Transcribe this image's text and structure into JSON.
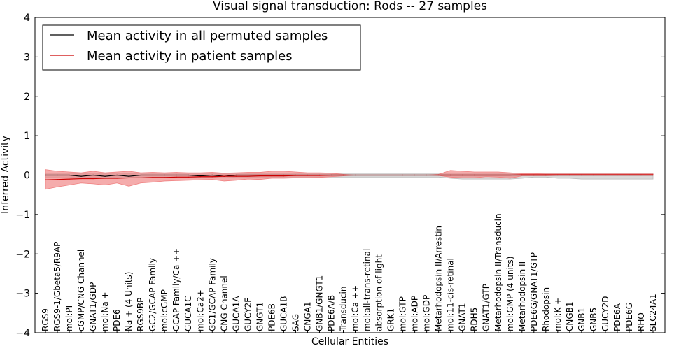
{
  "chart_data": {
    "type": "line",
    "title": "Visual signal transduction: Rods -- 27 samples",
    "xlabel": "Cellular Entities",
    "ylabel": "Inferred Activity",
    "ylim": [
      -4,
      4
    ],
    "yticks": [
      -4,
      -3,
      -2,
      -1,
      0,
      1,
      2,
      3,
      4
    ],
    "ytick_labels": [
      "−4",
      "−3",
      "−2",
      "−1",
      "0",
      "1",
      "2",
      "3",
      "4"
    ],
    "legend_position": "top-left",
    "grid": false,
    "categories": [
      "RGS9",
      "RGS9-1/Gbeta5/R9AP",
      "mol:PI",
      "cGMP/CNG Channel",
      "GNAT1/GDP",
      "mol:Na +",
      "PDE6",
      "Na + (4 Units)",
      "RGS9BP",
      "GC2/GCAP Family",
      "mol:cGMP",
      "GCAP Family/Ca ++",
      "GUCA1C",
      "mol:Ca2+",
      "GC1/GCAP Family",
      "CNG Channel",
      "GUCA1A",
      "GUCY2F",
      "GNGT1",
      "PDE6B",
      "GUCA1B",
      "SAG",
      "CNGA1",
      "GNB1/GNGT1",
      "PDE6A/B",
      "Transducin",
      "mol:Ca ++",
      "mol:all-trans-retinal",
      "absorption of light",
      "GRK1",
      "mol:GTP",
      "mol:ADP",
      "mol:GDP",
      "Metarhodopsin II/Arrestin",
      "mol:11-cis-retinal",
      "GNAT1",
      "RDH5",
      "GNAT1/GTP",
      "Metarhodopsin II/Transducin",
      "mol:GMP (4 units)",
      "Metarhodopsin II",
      "PDE6G/GNAT1/GTP",
      "Rhodopsin",
      "mol:K +",
      "CNGB1",
      "GNB1",
      "GNB5",
      "GUCY2D",
      "PDE6A",
      "PDE6G",
      "RHO",
      "SLC24A1"
    ],
    "series": [
      {
        "name": "Mean activity in all permuted samples",
        "color": "#000000",
        "band_color": "#bbbbbb",
        "values": [
          0.0,
          0.0,
          0.0,
          -0.03,
          0.0,
          -0.03,
          0.0,
          -0.03,
          0.0,
          0.0,
          0.0,
          0.0,
          0.0,
          -0.02,
          0.0,
          -0.03,
          0.0,
          0.0,
          0.0,
          0.0,
          0.0,
          0.0,
          0.0,
          0.0,
          0.0,
          0.0,
          0.0,
          0.0,
          0.0,
          0.0,
          0.0,
          0.0,
          0.0,
          0.0,
          0.0,
          0.0,
          0.0,
          0.0,
          0.0,
          0.0,
          0.0,
          0.0,
          0.0,
          0.0,
          0.0,
          0.0,
          0.0,
          0.0,
          0.0,
          0.0,
          0.0,
          0.0
        ],
        "band_low": [
          -0.05,
          -0.05,
          -0.05,
          -0.07,
          -0.05,
          -0.07,
          -0.05,
          -0.07,
          -0.05,
          -0.05,
          -0.05,
          -0.05,
          -0.05,
          -0.06,
          -0.05,
          -0.07,
          -0.05,
          -0.05,
          -0.05,
          -0.05,
          -0.05,
          -0.05,
          -0.05,
          -0.05,
          -0.05,
          -0.05,
          -0.05,
          -0.05,
          -0.05,
          -0.05,
          -0.05,
          -0.05,
          -0.05,
          -0.05,
          -0.08,
          -0.1,
          -0.1,
          -0.1,
          -0.1,
          -0.1,
          -0.08,
          -0.05,
          -0.05,
          -0.08,
          -0.08,
          -0.1,
          -0.1,
          -0.1,
          -0.1,
          -0.1,
          -0.1,
          -0.1
        ],
        "band_high": [
          0.05,
          0.05,
          0.05,
          0.04,
          0.05,
          0.04,
          0.05,
          0.04,
          0.05,
          0.05,
          0.05,
          0.05,
          0.05,
          0.05,
          0.05,
          0.04,
          0.05,
          0.05,
          0.05,
          0.05,
          0.05,
          0.05,
          0.05,
          0.05,
          0.05,
          0.05,
          0.05,
          0.05,
          0.05,
          0.05,
          0.05,
          0.05,
          0.05,
          0.05,
          0.05,
          0.05,
          0.05,
          0.05,
          0.05,
          0.05,
          0.05,
          0.05,
          0.05,
          0.05,
          0.05,
          0.05,
          0.05,
          0.05,
          0.05,
          0.05,
          0.05,
          0.05
        ]
      },
      {
        "name": "Mean activity in patient samples",
        "color": "#cc0000",
        "band_color": "#f08080",
        "values": [
          -0.12,
          -0.11,
          -0.1,
          -0.09,
          -0.09,
          -0.08,
          -0.08,
          -0.07,
          -0.07,
          -0.06,
          -0.06,
          -0.05,
          -0.05,
          -0.04,
          -0.04,
          -0.03,
          -0.03,
          -0.03,
          -0.02,
          -0.02,
          -0.02,
          -0.01,
          -0.01,
          -0.01,
          0.0,
          0.0,
          0.0,
          0.0,
          0.0,
          0.0,
          0.0,
          0.0,
          0.0,
          0.0,
          0.0,
          0.0,
          0.0,
          0.0,
          0.0,
          0.0,
          0.01,
          0.01,
          0.01,
          0.01,
          0.01,
          0.01,
          0.01,
          0.01,
          0.01,
          0.01,
          0.01,
          0.01
        ],
        "band_low": [
          -0.36,
          -0.3,
          -0.25,
          -0.2,
          -0.22,
          -0.25,
          -0.2,
          -0.28,
          -0.2,
          -0.18,
          -0.15,
          -0.14,
          -0.13,
          -0.12,
          -0.11,
          -0.15,
          -0.13,
          -0.1,
          -0.11,
          -0.08,
          -0.08,
          -0.07,
          -0.07,
          -0.06,
          -0.04,
          -0.02,
          0.0,
          0.0,
          0.0,
          0.0,
          0.0,
          0.0,
          0.0,
          -0.01,
          -0.05,
          -0.07,
          -0.07,
          -0.04,
          -0.05,
          -0.08,
          -0.02,
          -0.02,
          -0.02,
          -0.01,
          -0.01,
          -0.01,
          -0.01,
          -0.01,
          -0.01,
          -0.01,
          -0.01,
          -0.01
        ],
        "band_high": [
          0.14,
          0.1,
          0.08,
          0.06,
          0.1,
          0.06,
          0.08,
          0.1,
          0.06,
          0.07,
          0.06,
          0.07,
          0.06,
          0.06,
          0.07,
          0.05,
          0.06,
          0.07,
          0.07,
          0.1,
          0.1,
          0.08,
          0.06,
          0.06,
          0.05,
          0.02,
          0.0,
          0.0,
          0.0,
          0.0,
          0.0,
          0.0,
          0.0,
          0.02,
          0.12,
          0.1,
          0.08,
          0.08,
          0.08,
          0.06,
          0.04,
          0.04,
          0.03,
          0.03,
          0.03,
          0.03,
          0.03,
          0.03,
          0.03,
          0.03,
          0.03,
          0.03
        ]
      }
    ]
  }
}
